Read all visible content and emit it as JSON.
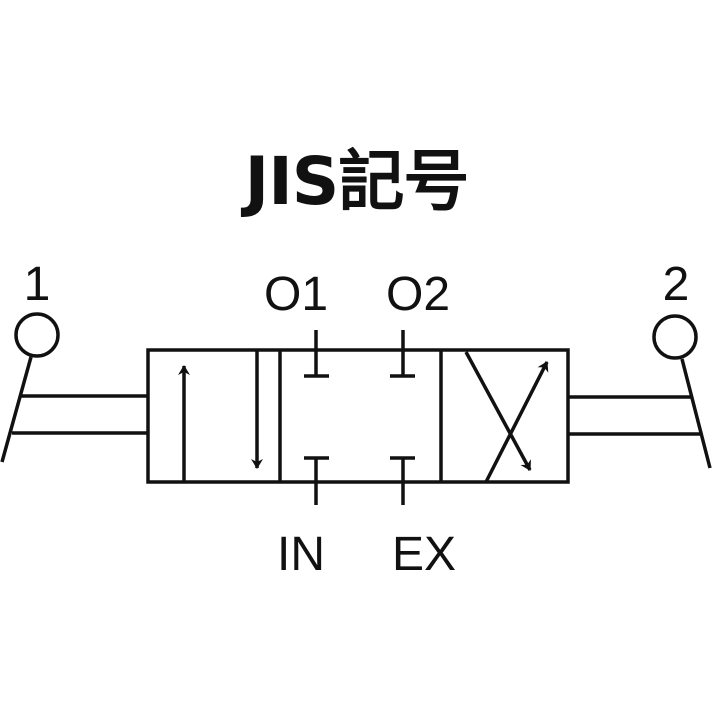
{
  "title": "JIS記号",
  "ports": {
    "actuator_left": "1",
    "actuator_right": "2",
    "top_left": "O1",
    "top_right": "O2",
    "bottom_left": "IN",
    "bottom_right": "EX"
  },
  "colors": {
    "stroke": "#111111",
    "background": "#ffffff"
  }
}
